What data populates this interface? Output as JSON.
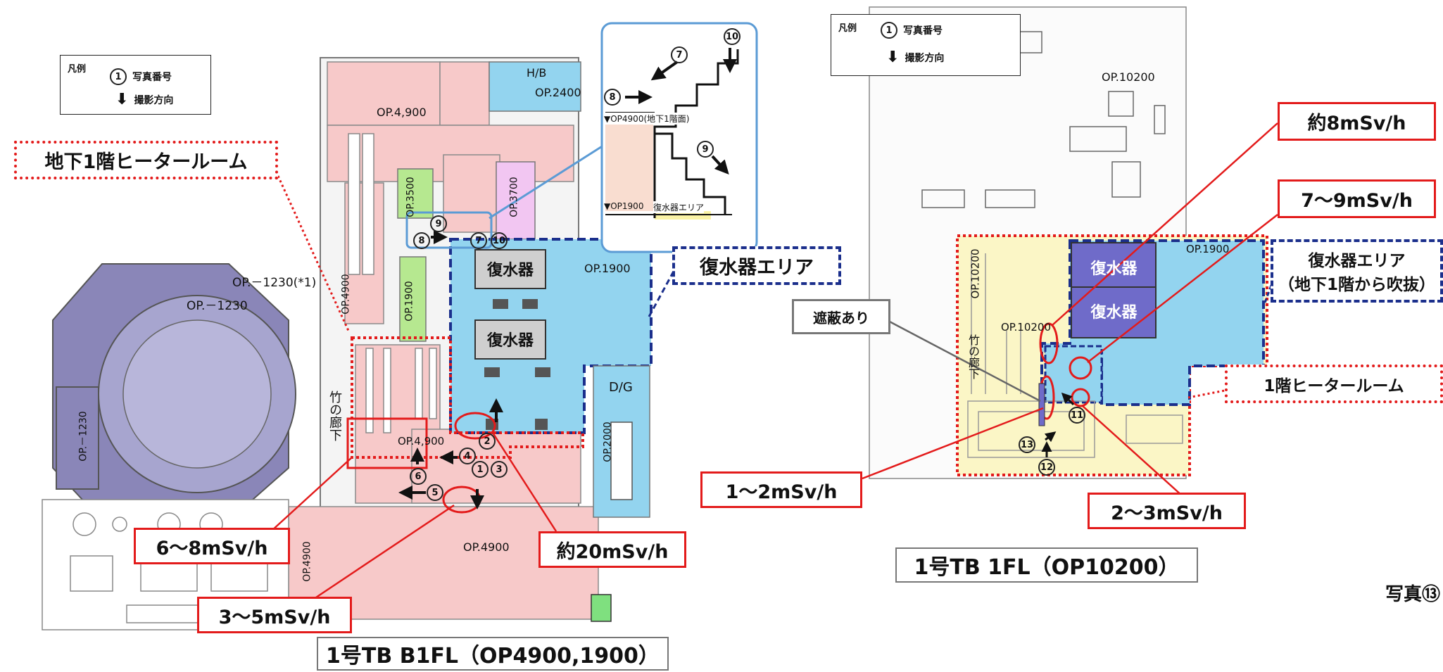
{
  "left_plan": {
    "legend": {
      "title": "凡例",
      "num": "1",
      "photo_no": "写真番号",
      "direction": "撮影方向"
    },
    "heater_room_callout": "地下1階ヒータールーム",
    "condenser_area_callout": "復水器エリア",
    "condenser_label": "復水器",
    "dose_callouts": [
      "6〜8mSv/h",
      "3〜5mSv/h",
      "約20mSv/h"
    ],
    "title": "1号TB  B1FL（OP4900,1900）",
    "corridor": "竹の廊下",
    "floor_labels": [
      "H/B",
      "OP.2400",
      "OP.4,900",
      "OP.3500",
      "OP.3700",
      "OP.1900",
      "OP.1900",
      "OP.4900",
      "OP.4,900",
      "D/G",
      "OP.2000",
      "OP.4900",
      "OP.4900",
      "OP.－1230(*1)",
      "OP.－1230",
      "OP.－1230"
    ],
    "inset": {
      "upper_level": "▼OP4900(地下1階面)",
      "lower_level": "▼OP1900",
      "area": "復水器エリア",
      "photo_nums": [
        "7",
        "8",
        "9",
        "10"
      ]
    },
    "photo_nums": [
      "1",
      "2",
      "3",
      "4",
      "5",
      "6",
      "7",
      "8",
      "9",
      "10"
    ]
  },
  "right_plan": {
    "legend": {
      "title": "凡例",
      "num": "1",
      "photo_no": "写真番号",
      "direction": "撮影方向"
    },
    "dose_callouts": [
      "約8mSv/h",
      "7〜9mSv/h",
      "1〜2mSv/h",
      "2〜3mSv/h"
    ],
    "shield_callout": "遮蔽あり",
    "condenser_area_callout_line1": "復水器エリア",
    "condenser_area_callout_line2": "（地下1階から吹抜）",
    "heater_room_callout": "1階ヒータールーム",
    "condenser_label": "復水器",
    "title": "1号TB  1FL（OP10200）",
    "corridor": "竹の廊下",
    "floor_labels": [
      "OP.10200",
      "OP.10200",
      "OP.10200",
      "OP.1900"
    ],
    "photo_nums": [
      "11",
      "12",
      "13"
    ]
  },
  "photo_caption": "写真⑬",
  "colors": {
    "pink": "#f7c9c9",
    "blue": "#93d4ef",
    "purple": "#8a86b8",
    "green": "#b6e890",
    "yellow": "#fbf6c6",
    "red": "#e31b1b",
    "navy": "#1b2f8c"
  }
}
